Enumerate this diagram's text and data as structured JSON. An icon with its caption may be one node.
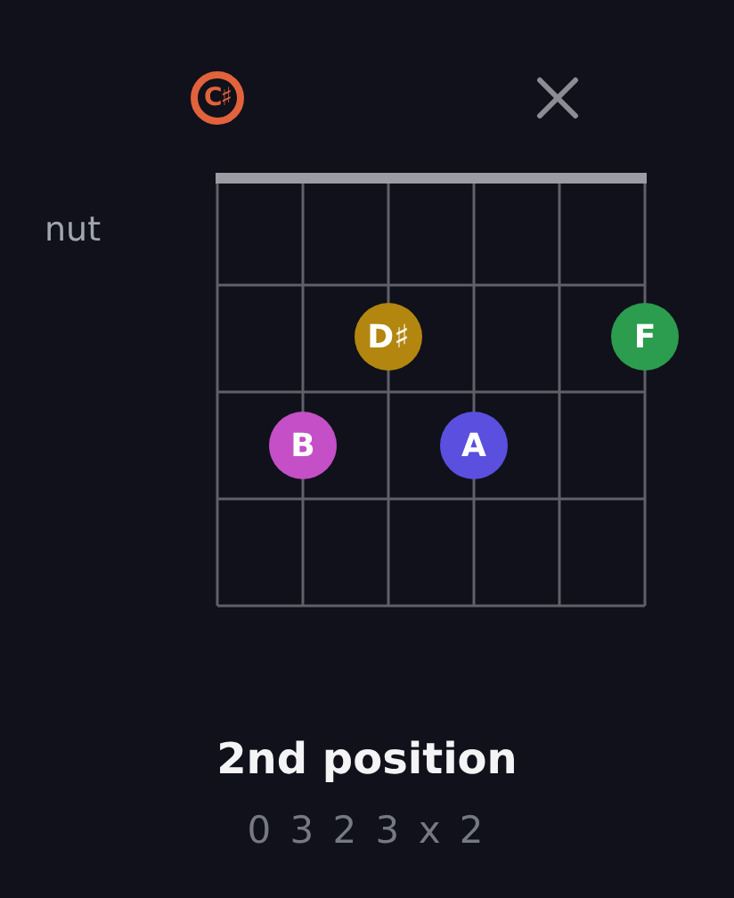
{
  "diagram": {
    "caption": "2nd position",
    "nodes": [
      {
        "text": [
          "C♯"
        ]
      },
      {
        "text": [
          "D♯"
        ]
      },
      {
        "text": [
          "F"
        ]
      },
      {
        "text": [
          "B"
        ]
      },
      {
        "text": [
          "A"
        ]
      }
    ],
    "labels": [
      "nut",
      "0 3 2 3 x 2"
    ]
  }
}
